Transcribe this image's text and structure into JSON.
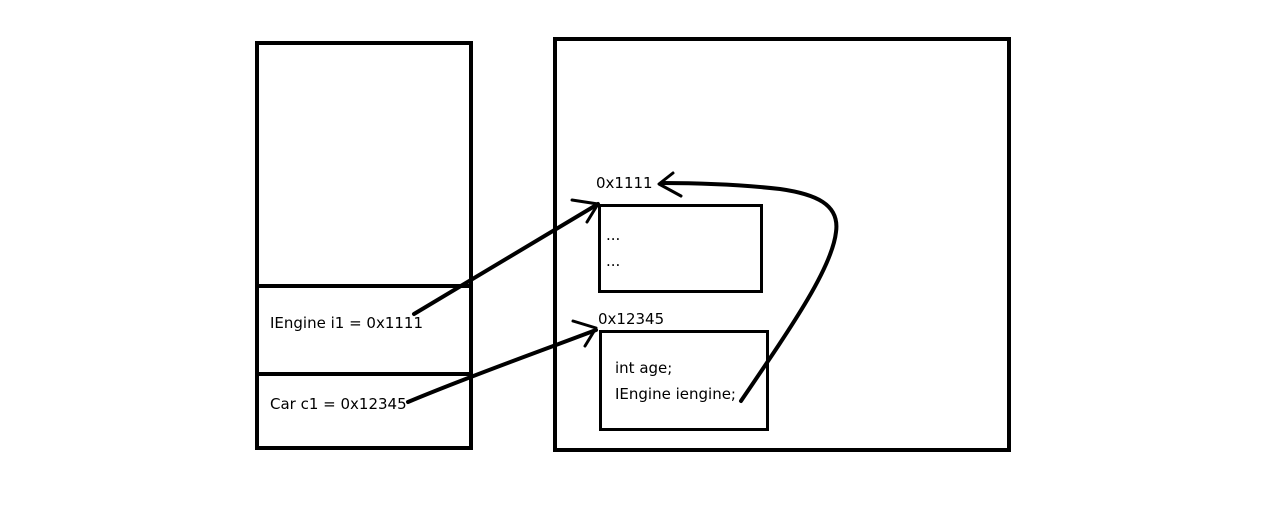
{
  "stack": {
    "var_i1": "IEngine i1 = 0x1111",
    "var_c1": "Car c1 = 0x12345"
  },
  "heap": {
    "engine": {
      "address": "0x1111",
      "lines": [
        "...",
        "..."
      ]
    },
    "car": {
      "address": "0x12345",
      "fields": [
        "int age;",
        "IEngine iengine;"
      ]
    }
  },
  "colors": {
    "ink": "#000000",
    "background": "#ffffff"
  }
}
